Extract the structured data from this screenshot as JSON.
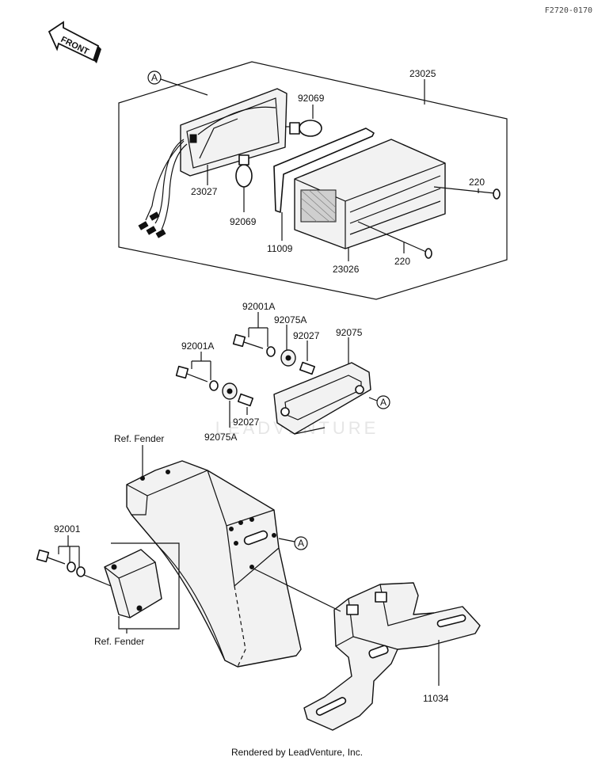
{
  "diagram_code": "F2720-0170",
  "front_label": "FRONT",
  "watermark": "LEADVENTURE",
  "callout_a": "A",
  "labels": {
    "p23025": "23025",
    "p92069_top": "92069",
    "p23027": "23027",
    "p92069_bottom": "92069",
    "p11009": "11009",
    "p23026": "23026",
    "p220_right": "220",
    "p220_bottom": "220",
    "p92001A_top": "92001A",
    "p92075A_top": "92075A",
    "p92027_top": "92027",
    "p92075": "92075",
    "p92001A_left": "92001A",
    "p92027_bottom": "92027",
    "p92075A_bottom": "92075A",
    "ref_fender_top": "Ref. Fender",
    "p92001": "92001",
    "ref_fender_bottom": "Ref. Fender",
    "p11034": "11034"
  },
  "footer": "Rendered by LeadVenture, Inc."
}
